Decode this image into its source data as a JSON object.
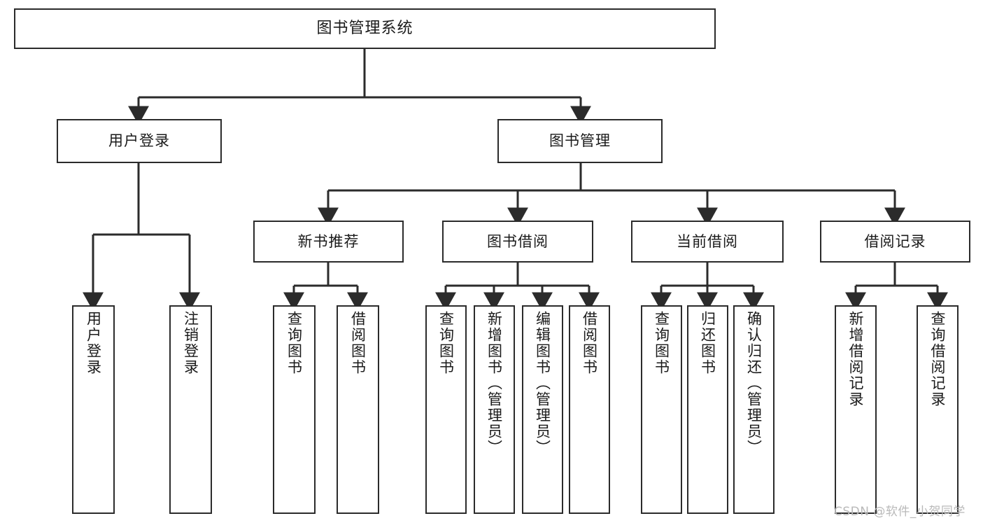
{
  "diagram": {
    "title": "图书管理系统",
    "type": "tree",
    "line_color": "#2b2b2b",
    "box_fill": "#ffffff",
    "text_color": "#1a1a1a",
    "nodes": {
      "root": {
        "label": "图书管理系统"
      },
      "level2": [
        {
          "id": "user-login",
          "label": "用户登录"
        },
        {
          "id": "book-manage",
          "label": "图书管理"
        }
      ],
      "level3": [
        {
          "id": "new-book-recommend",
          "label": "新书推荐"
        },
        {
          "id": "book-borrow",
          "label": "图书借阅"
        },
        {
          "id": "current-borrow",
          "label": "当前借阅"
        },
        {
          "id": "borrow-record",
          "label": "借阅记录"
        }
      ],
      "leaves": [
        {
          "id": "leaf-user-login",
          "label": "用户登录",
          "parent": "user-login"
        },
        {
          "id": "leaf-logout-login",
          "label": "注销登录",
          "parent": "user-login"
        },
        {
          "id": "leaf-query-book-1",
          "label": "查询图书",
          "parent": "new-book-recommend"
        },
        {
          "id": "leaf-borrow-book-1",
          "label": "借阅图书",
          "parent": "new-book-recommend"
        },
        {
          "id": "leaf-query-book-2",
          "label": "查询图书",
          "parent": "book-borrow"
        },
        {
          "id": "leaf-add-book",
          "label": "新增图书（管理员）",
          "parent": "book-borrow"
        },
        {
          "id": "leaf-edit-book",
          "label": "编辑图书（管理员）",
          "parent": "book-borrow"
        },
        {
          "id": "leaf-borrow-book-2",
          "label": "借阅图书",
          "parent": "book-borrow"
        },
        {
          "id": "leaf-query-book-3",
          "label": "查询图书",
          "parent": "current-borrow"
        },
        {
          "id": "leaf-return-book",
          "label": "归还图书",
          "parent": "current-borrow"
        },
        {
          "id": "leaf-confirm-return",
          "label": "确认归还（管理员）",
          "parent": "current-borrow"
        },
        {
          "id": "leaf-add-record",
          "label": "新增借阅记录",
          "parent": "borrow-record"
        },
        {
          "id": "leaf-query-record",
          "label": "查询借阅记录",
          "parent": "borrow-record"
        }
      ]
    }
  },
  "watermark": {
    "text": "CSDN @软件_小贺同学"
  }
}
